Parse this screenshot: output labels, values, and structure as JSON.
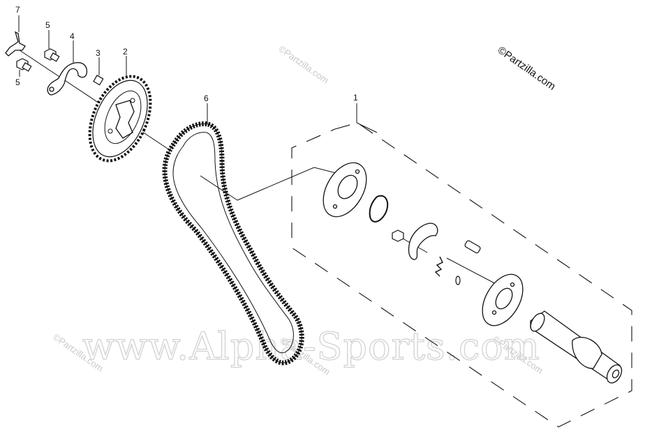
{
  "diagram": {
    "copyright": "©Partzilla.com",
    "watermark_small": "©Partzilla.com",
    "watermark_big": "www.Alpha-Sports.com",
    "callouts": [
      {
        "id": "c7",
        "label": "7"
      },
      {
        "id": "c5a",
        "label": "5"
      },
      {
        "id": "c4",
        "label": "4"
      },
      {
        "id": "c3",
        "label": "3"
      },
      {
        "id": "c2",
        "label": "2"
      },
      {
        "id": "c5b",
        "label": "5"
      },
      {
        "id": "c6",
        "label": "6"
      },
      {
        "id": "c1",
        "label": "1"
      }
    ],
    "colors": {
      "line": "#111111",
      "watermark": "#cccccc"
    }
  }
}
